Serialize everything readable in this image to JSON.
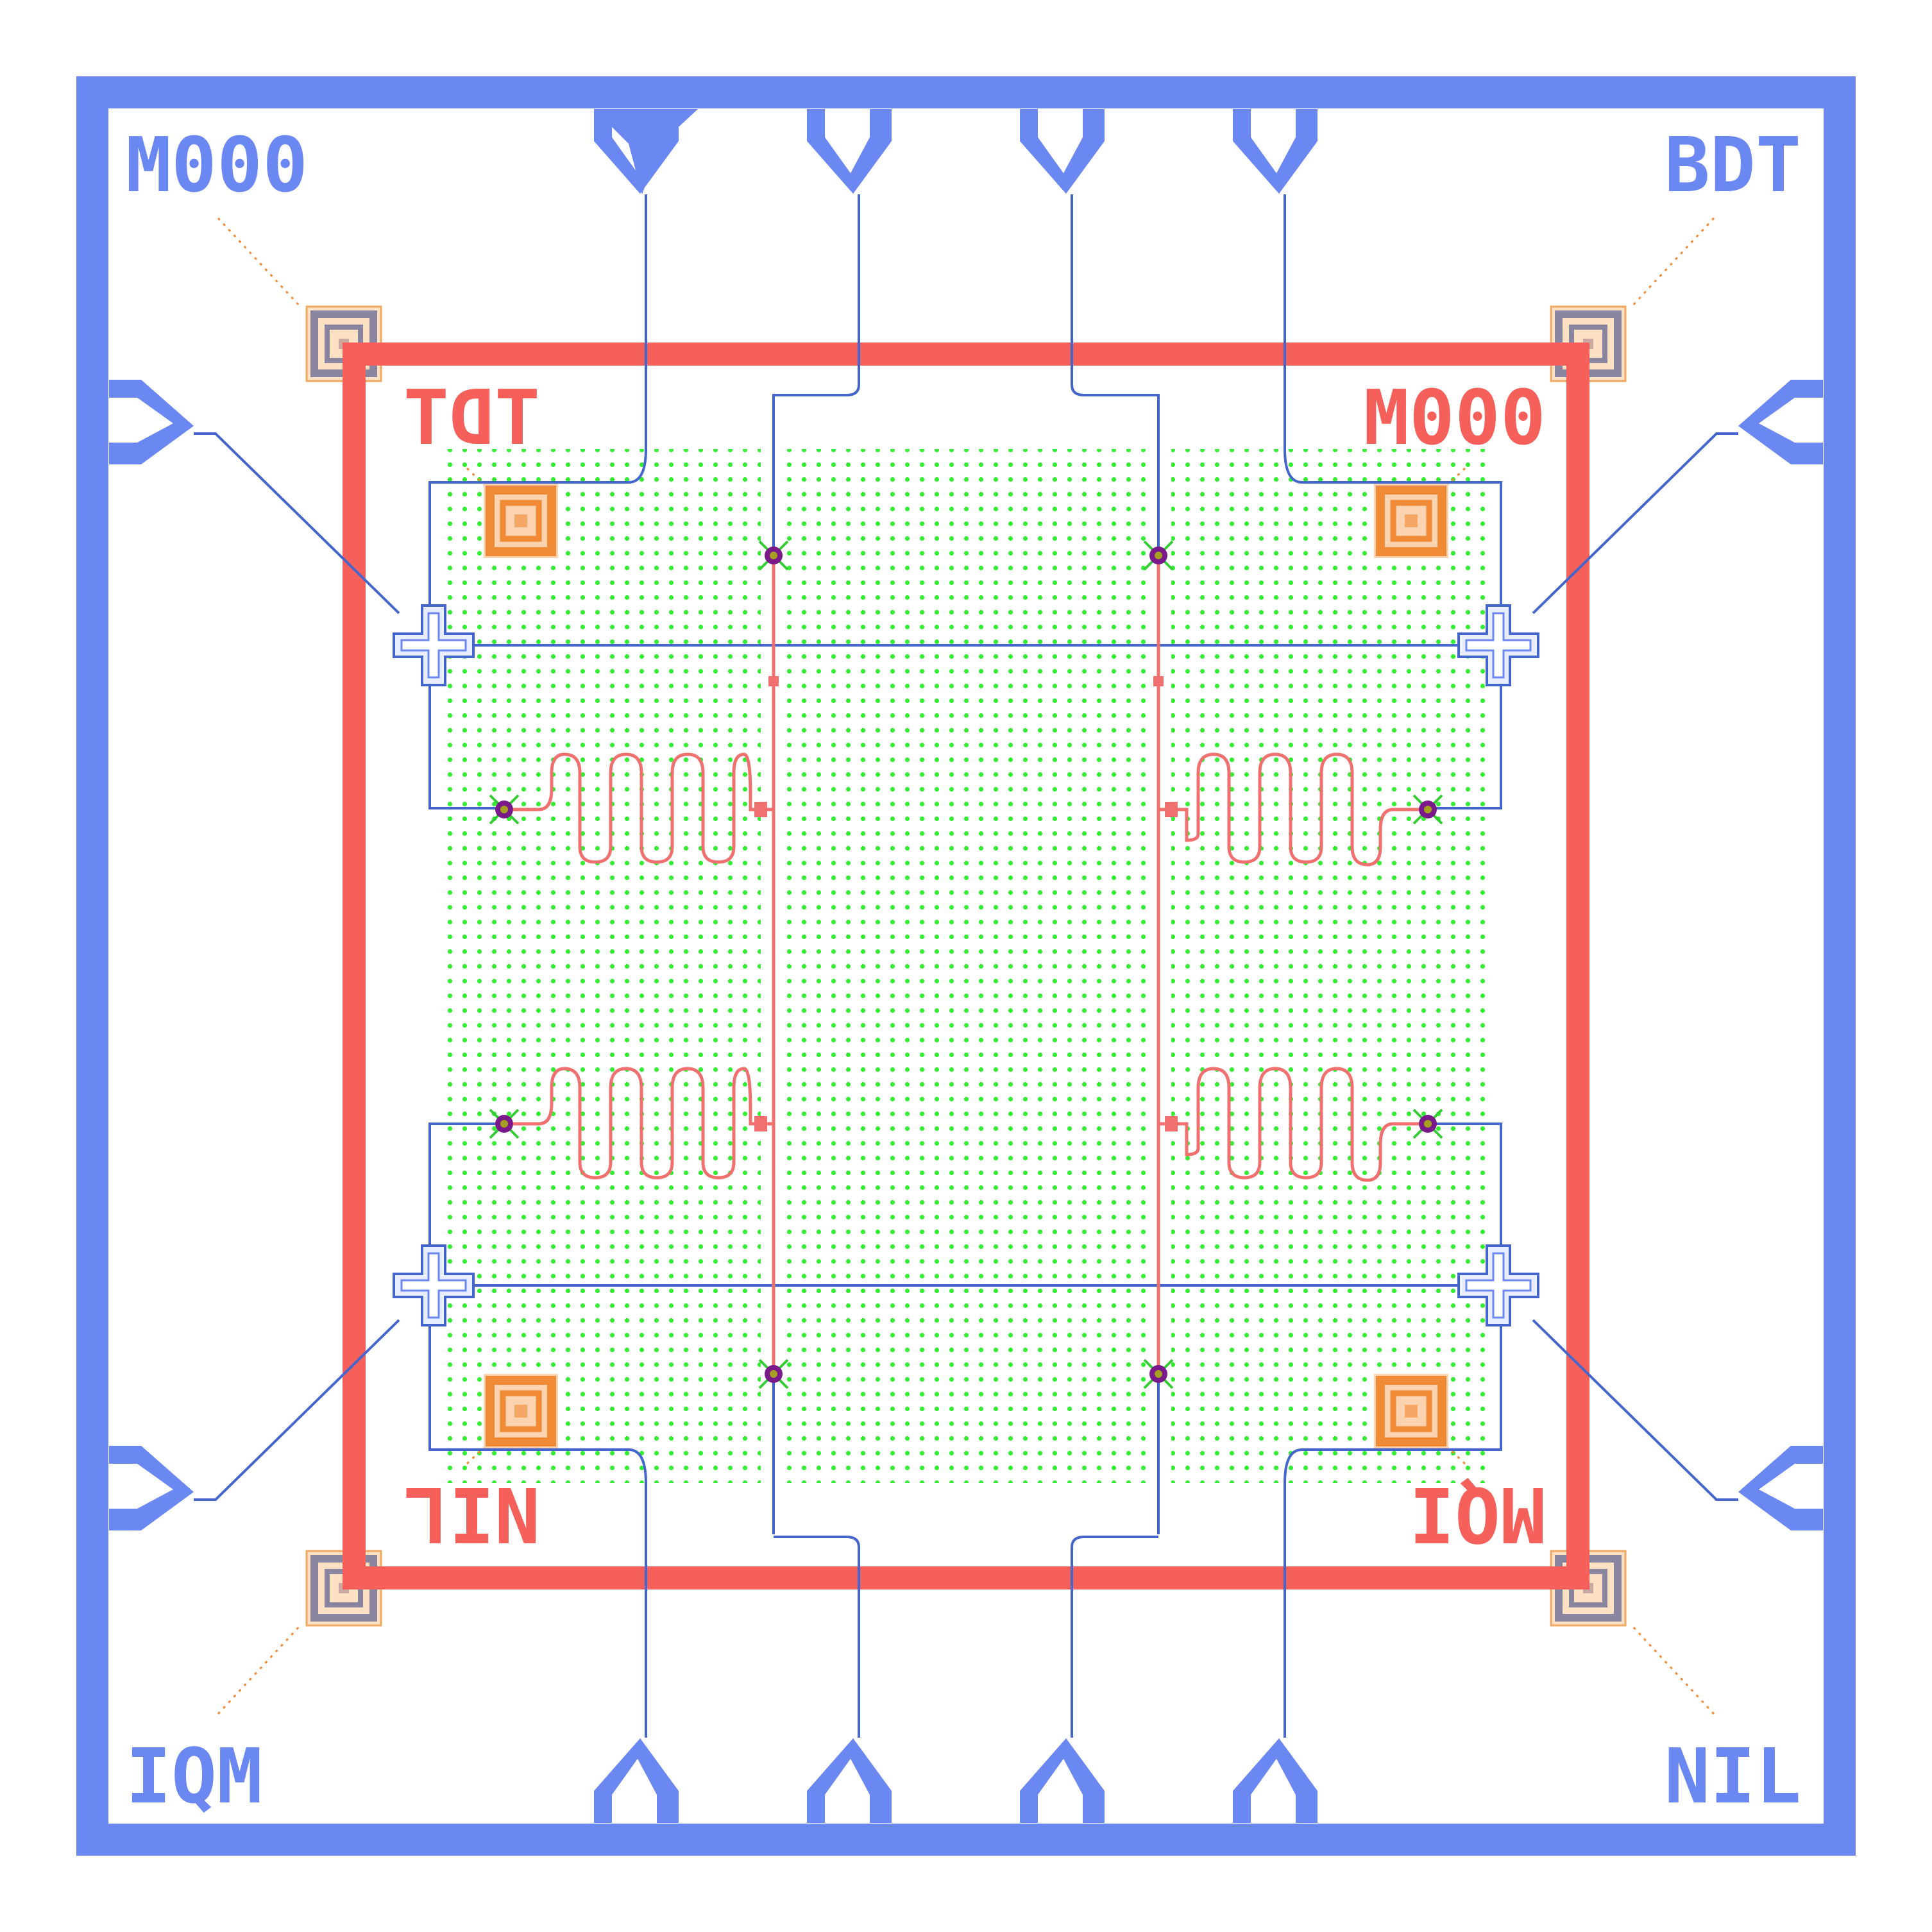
{
  "colors": {
    "background": "#ffffff",
    "outer_frame": "#6b87f2",
    "inner_frame": "#f6605a",
    "ground_grid_dot": "#33ee33",
    "feedline": "#4466cc",
    "resonator": "#f07070",
    "marker": "#f08a35",
    "marker_gray": "#8a86a0",
    "dashed_border": "#1a2a66",
    "qubit": "#7a1a8a"
  },
  "labels": {
    "outer": {
      "top_left": "M000",
      "top_right": "BDT",
      "bottom_left": "IQM",
      "bottom_right": "NIL"
    },
    "inner": {
      "top_left": "TDT",
      "top_right": "000M",
      "bottom_left": "NIL",
      "bottom_right": "MQI"
    }
  },
  "icons": {
    "marker": "alignment-marker-icon",
    "qubit": "qubit-icon",
    "coupler": "cross-coupler-icon",
    "pad": "launch-pad-icon"
  }
}
